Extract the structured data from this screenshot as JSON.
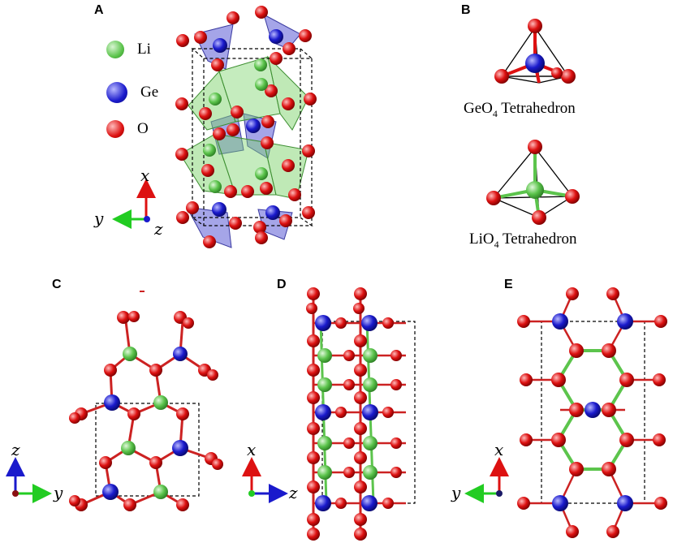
{
  "panels": {
    "a": "A",
    "b": "B",
    "c": "C",
    "d": "D",
    "e": "E"
  },
  "legend": [
    {
      "label": "Li",
      "color": "#5cc44c"
    },
    {
      "label": "Ge",
      "color": "#1a1acc"
    },
    {
      "label": "O",
      "color": "#dd1111"
    }
  ],
  "tetrahedra": {
    "ge_prefix": "GeO",
    "ge_sub": "4",
    "ge_suffix": " Tetrahedron",
    "li_prefix": "LiO",
    "li_sub": "4",
    "li_suffix": " Tetrahedron"
  },
  "axes": {
    "a": {
      "up": "x",
      "left": "y",
      "out": "z"
    },
    "c": {
      "up": "z",
      "right": "y"
    },
    "d": {
      "up": "x",
      "right": "z"
    },
    "e": {
      "up": "x",
      "left": "y"
    }
  },
  "colors": {
    "li": "#5cc44c",
    "ge": "#1a1acc",
    "o": "#dd1111",
    "axis_red": "#dd1111",
    "axis_green": "#22cc22",
    "axis_blue": "#1a1acc"
  }
}
